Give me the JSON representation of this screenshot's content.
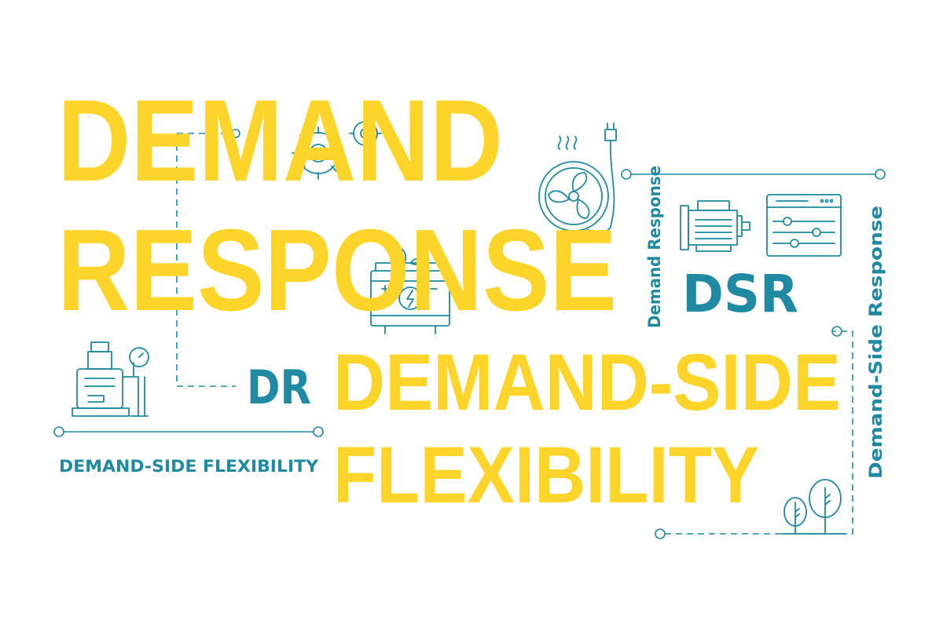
{
  "words": {
    "demand": "DEMAND",
    "response": "RESPONSE",
    "demand_side": "DEMAND-SIDE",
    "flexibility": "FLEXIBILITY",
    "dr": "DR",
    "dsr": "DSR",
    "dsf_small": "DEMAND-SIDE FLEXIBILITY",
    "demand_response_vertical": "Demand Response",
    "demand_side_response_vertical": "Demand-Side Response"
  },
  "colors": {
    "yellow": "#fdd52a",
    "teal": "#1f8aa1"
  },
  "icons": [
    "gears-icon",
    "fan-icon",
    "plug-icon",
    "battery-icon",
    "motor-icon",
    "control-panel-icon",
    "pump-icon",
    "trees-icon"
  ]
}
